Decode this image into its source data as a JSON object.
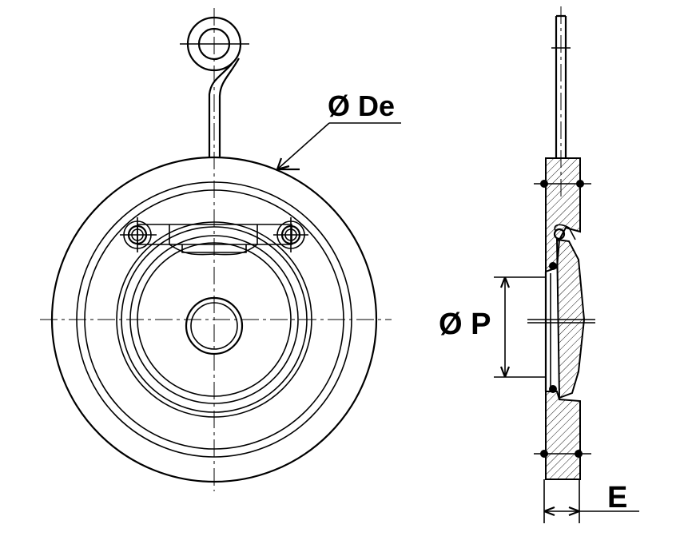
{
  "labels": {
    "outer_diameter": "Ø De",
    "inner_diameter": "Ø P",
    "thickness": "E"
  }
}
